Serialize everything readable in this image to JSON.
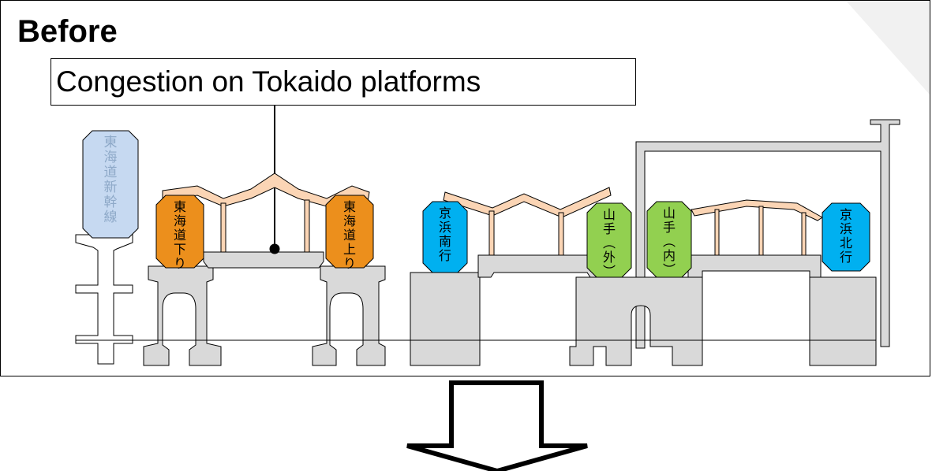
{
  "heading": "Before",
  "callout": "Congestion on Tokaido platforms",
  "trains": [
    {
      "id": "shinkansen",
      "label": "東海道新幹線",
      "color": "#c6d9f1",
      "text_color": "#8ea9c8"
    },
    {
      "id": "tokaido-down",
      "label": "東海道下り",
      "color": "#ec8f1c",
      "text_color": "#000000"
    },
    {
      "id": "tokaido-up",
      "label": "東海道上り",
      "color": "#ec8f1c",
      "text_color": "#000000"
    },
    {
      "id": "keihin-south",
      "label": "京浜南行",
      "color": "#00b0f0",
      "text_color": "#000000"
    },
    {
      "id": "yamanote-outer",
      "label": "山手︵外︶",
      "color": "#92d050",
      "text_color": "#000000"
    },
    {
      "id": "yamanote-inner",
      "label": "山手︵内︶",
      "color": "#92d050",
      "text_color": "#000000"
    },
    {
      "id": "keihin-north",
      "label": "京浜北行",
      "color": "#00b0f0",
      "text_color": "#000000"
    }
  ],
  "colors": {
    "structure": "#d9d9d9",
    "roof": "#fbd5b5",
    "outline": "#000000",
    "frame": "#bfbfbf"
  },
  "arrow_icon": "down-arrow-icon"
}
